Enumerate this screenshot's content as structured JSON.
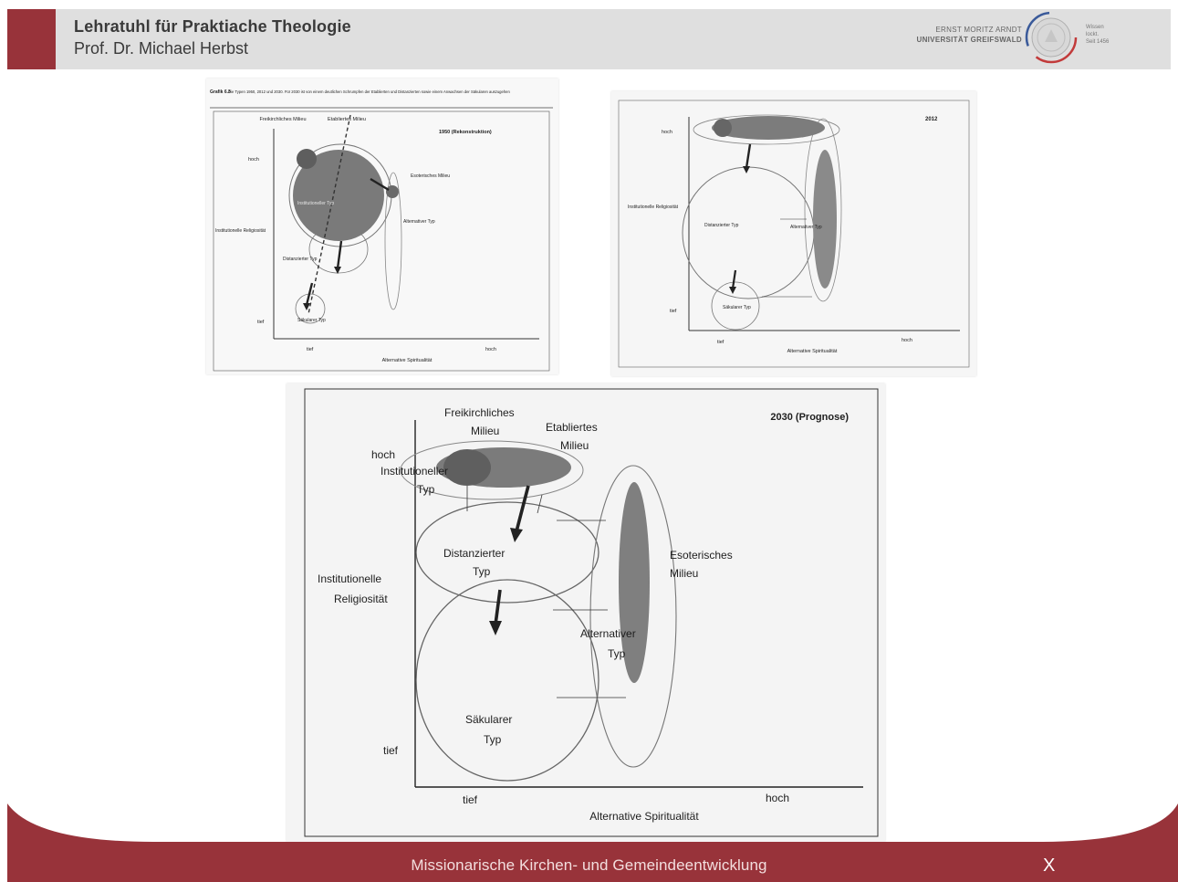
{
  "header": {
    "title": "Lehratuhl für Praktiache Theologie",
    "subtitle": "Prof. Dr. Michael Herbst",
    "university_line1": "ERNST MORITZ ARNDT",
    "university_line2": "UNIVERSITÄT GREIFSWALD",
    "motto": [
      "Wissen",
      "lockt.",
      "Seit 1456"
    ]
  },
  "figure_1990": {
    "caption_bold": "Grafik 6.3",
    "caption": "Die Typen 1950, 2012 und 2030. Für 2030 ist von einem deutlichen Schrumpfen der Etablierten und Distanzierten sowie einem Anwachsen der Säkularen auszugehen",
    "year_label": "1950 (Rekonstruktion)",
    "labels": {
      "freikirchlich": "Freikirchliches Milieu",
      "etabliert": "Etabliertes Milieu",
      "hoch": "hoch",
      "institutionell": "Institutionelle Religiosität",
      "institutioneller_typ": "Institutioneller Typ",
      "esoterisch": "Esoterisches Milieu",
      "alternativer": "Alternativer Typ",
      "distanzierter": "Distanzierter Typ",
      "saekularer": "Säkularer Typ",
      "tief_y": "tief",
      "tief_x": "tief",
      "hoch_x": "hoch",
      "x_axis": "Alternative Spiritualität"
    }
  },
  "figure_2012": {
    "year_label": "2012",
    "labels": {
      "hoch": "hoch",
      "institutionell": "Institutionelle Religiosität",
      "distanzierter": "Distanzierter Typ",
      "alternativer": "Alternativer Typ",
      "saekularer": "Säkularer Typ",
      "tief_y": "tief",
      "tief_x": "tief",
      "hoch_x": "hoch",
      "x_axis": "Alternative Spiritualität"
    }
  },
  "figure_2030": {
    "year_label": "2030 (Prognose)",
    "labels": {
      "freikirchlich_1": "Freikirchliches",
      "freikirchlich_2": "Milieu",
      "etabliert_1": "Etabliertes",
      "etabliert_2": "Milieu",
      "hoch": "hoch",
      "institutioneller_1": "Institutioneller",
      "institutioneller_2": "Typ",
      "distanzierter_1": "Distanzierter",
      "distanzierter_2": "Typ",
      "esoterisch_1": "Esoterisches",
      "esoterisch_2": "Milieu",
      "institutionell_1": "Institutionelle",
      "institutionell_2": "Religiosität",
      "alternativer_1": "Alternativer",
      "alternativer_2": "Typ",
      "saekularer_1": "Säkularer",
      "saekularer_2": "Typ",
      "tief_y": "tief",
      "tief_x": "tief",
      "hoch_x": "hoch",
      "x_axis": "Alternative Spiritualität"
    }
  },
  "footer": {
    "title": "Missionarische Kirchen- und Gemeindeentwicklung",
    "close_label": "X"
  },
  "colors": {
    "accent": "#98333a",
    "header_bg": "#dfdfdf",
    "blob": "#7a7a7a"
  }
}
